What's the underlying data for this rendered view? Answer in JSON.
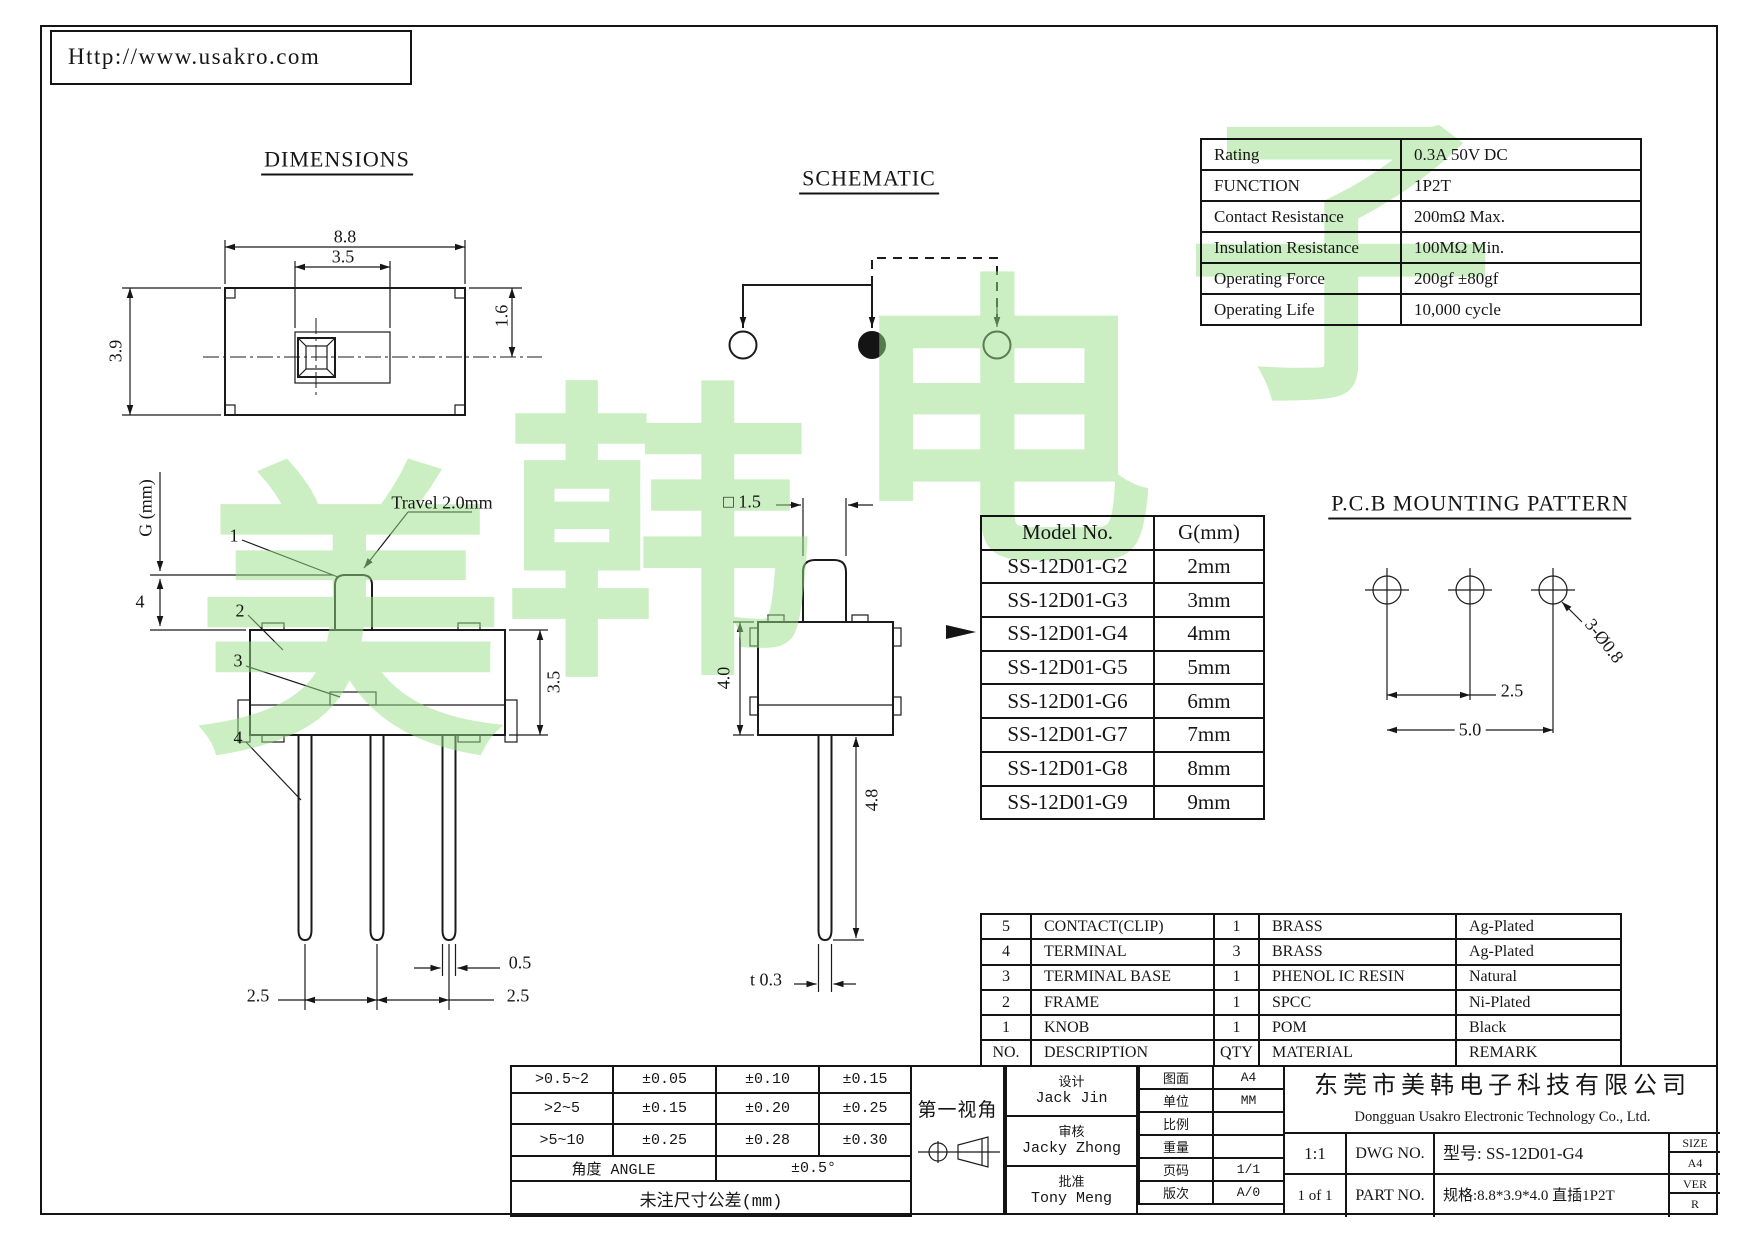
{
  "page": {
    "url": "Http://www.usakro.com"
  },
  "headings": {
    "dimensions": "DIMENSIONS",
    "schematic": "SCHEMATIC",
    "pcb": "P.C.B MOUNTING PATTERN"
  },
  "watermark": {
    "chars": [
      "美",
      "韩",
      "电",
      "子"
    ],
    "color": "#98e086"
  },
  "spec_table": {
    "rows": [
      {
        "label": "Rating",
        "value": "0.3A 50V DC"
      },
      {
        "label": "FUNCTION",
        "value": "1P2T"
      },
      {
        "label": "Contact Resistance",
        "value": "200mΩ Max."
      },
      {
        "label": "Insulation Resistance",
        "value": "100MΩ Min."
      },
      {
        "label": "Operating Force",
        "value": "200gf ±80gf"
      },
      {
        "label": "Operating Life",
        "value": "10,000 cycle"
      }
    ]
  },
  "model_table": {
    "header_model": "Model No.",
    "header_g": "G(mm)",
    "rows": [
      {
        "model": "SS-12D01-G2",
        "g": "2mm"
      },
      {
        "model": "SS-12D01-G3",
        "g": "3mm"
      },
      {
        "model": "SS-12D01-G4",
        "g": "4mm"
      },
      {
        "model": "SS-12D01-G5",
        "g": "5mm"
      },
      {
        "model": "SS-12D01-G6",
        "g": "6mm"
      },
      {
        "model": "SS-12D01-G7",
        "g": "7mm"
      },
      {
        "model": "SS-12D01-G8",
        "g": "8mm"
      },
      {
        "model": "SS-12D01-G9",
        "g": "9mm"
      }
    ],
    "selected": "SS-12D01-G4"
  },
  "drawing_labels": {
    "top_width": "8.8",
    "top_slot": "3.5",
    "top_height": "3.9",
    "top_offset": "1.6",
    "travel": "Travel 2.0mm",
    "g_axis": "G (mm)",
    "g_value": "4",
    "front_height": "3.5",
    "callout_1": "1",
    "callout_2": "2",
    "callout_3": "3",
    "callout_4": "4",
    "pin_width": "0.5",
    "pitch_left": "2.5",
    "pitch_right": "2.5",
    "side_knob": "□ 1.5",
    "side_height": "4.0",
    "side_pin": "4.8",
    "side_thickness": "t 0.3",
    "pcb_pitch": "2.5",
    "pcb_span": "5.0",
    "pcb_hole": "3-Ø0.8"
  },
  "parts_table": {
    "rows": [
      {
        "no": "5",
        "description": "CONTACT(CLIP)",
        "qty": "1",
        "material": "BRASS",
        "remark": "Ag-Plated"
      },
      {
        "no": "4",
        "description": "TERMINAL",
        "qty": "3",
        "material": "BRASS",
        "remark": "Ag-Plated"
      },
      {
        "no": "3",
        "description": "TERMINAL BASE",
        "qty": "1",
        "material": "PHENOL IC RESIN",
        "remark": "Natural"
      },
      {
        "no": "2",
        "description": "FRAME",
        "qty": "1",
        "material": "SPCC",
        "remark": "Ni-Plated"
      },
      {
        "no": "1",
        "description": "KNOB",
        "qty": "1",
        "material": "POM",
        "remark": "Black"
      }
    ],
    "footer": {
      "no": "NO.",
      "description": "DESCRIPTION",
      "qty": "QTY",
      "material": "MATERIAL",
      "remark": "REMARK"
    }
  },
  "tolerance_table": {
    "rows": [
      {
        "range": ">0.5~2",
        "t1": "±0.05",
        "t2": "±0.10",
        "t3": "±0.15"
      },
      {
        "range": ">2~5",
        "t1": "±0.15",
        "t2": "±0.20",
        "t3": "±0.25"
      },
      {
        "range": ">5~10",
        "t1": "±0.25",
        "t2": "±0.28",
        "t3": "±0.30"
      }
    ],
    "angle_label": "角度 ANGLE",
    "angle_value": "±0.5°",
    "footer": "未注尺寸公差(mm)"
  },
  "title_block": {
    "view_label": "第一视角",
    "design_label": "设计",
    "design_name": "Jack Jin",
    "review_label": "审核",
    "review_name": "Jacky Zhong",
    "approve_label": "批准",
    "approve_name": "Tony Meng",
    "sheet_label": "图面",
    "sheet_value": "A4",
    "unit_label": "单位",
    "unit_value": "MM",
    "scale_label": "比例",
    "scale_value": "",
    "weight_label": "重量",
    "weight_value": "",
    "page_label": "页码",
    "page_value": "1/1",
    "rev_label": "版次",
    "rev_value": "A/0",
    "company_cn": "东莞市美韩电子科技有限公司",
    "company_en": "Dongguan Usakro Electronic Technology Co., Ltd.",
    "ratio": "1:1",
    "dwg_label": "DWG NO.",
    "dwg_value": "型号: SS-12D01-G4",
    "sheet_no": "1 of 1",
    "part_label": "PART NO.",
    "part_value": "规格:8.8*3.9*4.0 直插1P2T",
    "size_label": "SIZE",
    "size_value": "A4",
    "ver_label": "VER",
    "ver_value": "R"
  }
}
